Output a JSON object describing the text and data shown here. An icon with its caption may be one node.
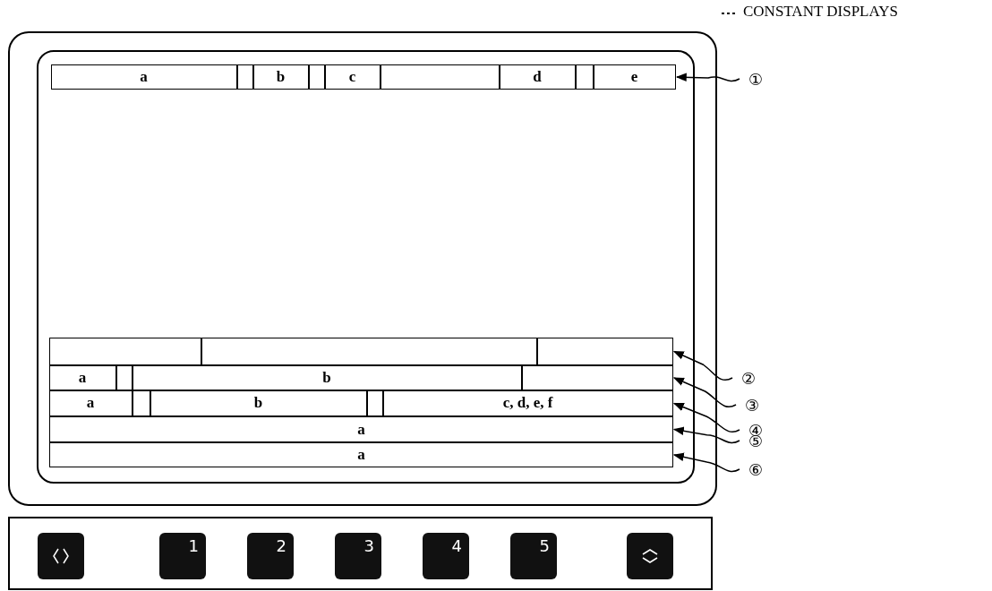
{
  "diagram": {
    "nodes": [
      {
        "text": [],
        "shape": "bar"
      },
      {
        "text": [
          "a"
        ],
        "in": 0
      },
      {
        "text": [],
        "shape": "box",
        "in": 0
      },
      {
        "text": [
          "b"
        ],
        "in": 0
      },
      {
        "text": [],
        "shape": "box",
        "in": 0
      },
      {
        "text": [
          "c"
        ],
        "in": 0
      },
      {
        "text": [],
        "shape": "box",
        "in": 0
      },
      {
        "text": [
          "d"
        ],
        "in": 0
      },
      {
        "text": [],
        "shape": "box",
        "in": 0
      },
      {
        "text": [
          "e"
        ],
        "in": 0
      },
      {
        "text": [
          "①"
        ]
      },
      {
        "text": [],
        "shape": "bar"
      },
      {
        "text": [],
        "shape": "box",
        "in": 11
      },
      {
        "text": [],
        "shape": "box",
        "in": 11
      },
      {
        "text": [],
        "shape": "box",
        "in": 11
      },
      {
        "text": [
          "②"
        ]
      },
      {
        "text": [],
        "shape": "bar"
      },
      {
        "text": [
          "a"
        ],
        "in": 16
      },
      {
        "text": [],
        "shape": "box",
        "in": 16
      },
      {
        "text": [
          "b"
        ],
        "in": 16
      },
      {
        "text": [],
        "shape": "box",
        "in": 16
      },
      {
        "text": [
          "③"
        ]
      },
      {
        "text": [],
        "shape": "bar"
      },
      {
        "text": [
          "a"
        ],
        "in": 22
      },
      {
        "text": [],
        "shape": "box",
        "in": 22
      },
      {
        "text": [
          "b"
        ],
        "in": 22
      },
      {
        "text": [],
        "shape": "box",
        "in": 22
      },
      {
        "text": [
          "c, d, e, f"
        ],
        "in": 22
      },
      {
        "text": [
          "④"
        ]
      },
      {
        "text": [
          "a"
        ]
      },
      {
        "text": [
          "⑤"
        ]
      },
      {
        "text": [
          "a"
        ]
      },
      {
        "text": [
          "⑥"
        ]
      },
      {
        "text": [],
        "shape": "box"
      },
      {
        "text": [
          "1"
        ]
      },
      {
        "text": [
          "2"
        ]
      },
      {
        "text": [
          "3"
        ]
      },
      {
        "text": [
          "4"
        ]
      },
      {
        "text": [
          "5"
        ]
      },
      {
        "text": [],
        "shape": "box"
      }
    ],
    "edges": [
      {
        "from": 10,
        "to": 0,
        "arrow": "to"
      },
      {
        "from": 15,
        "to": 11,
        "arrow": "to"
      },
      {
        "from": 21,
        "to": 16,
        "arrow": "to"
      },
      {
        "from": 28,
        "to": 22,
        "arrow": "to"
      },
      {
        "from": 30,
        "to": 29,
        "arrow": "to"
      },
      {
        "from": 32,
        "to": 31,
        "arrow": "to"
      }
    ],
    "labels": [
      "CONSTANT DISPLAYS"
    ]
  }
}
